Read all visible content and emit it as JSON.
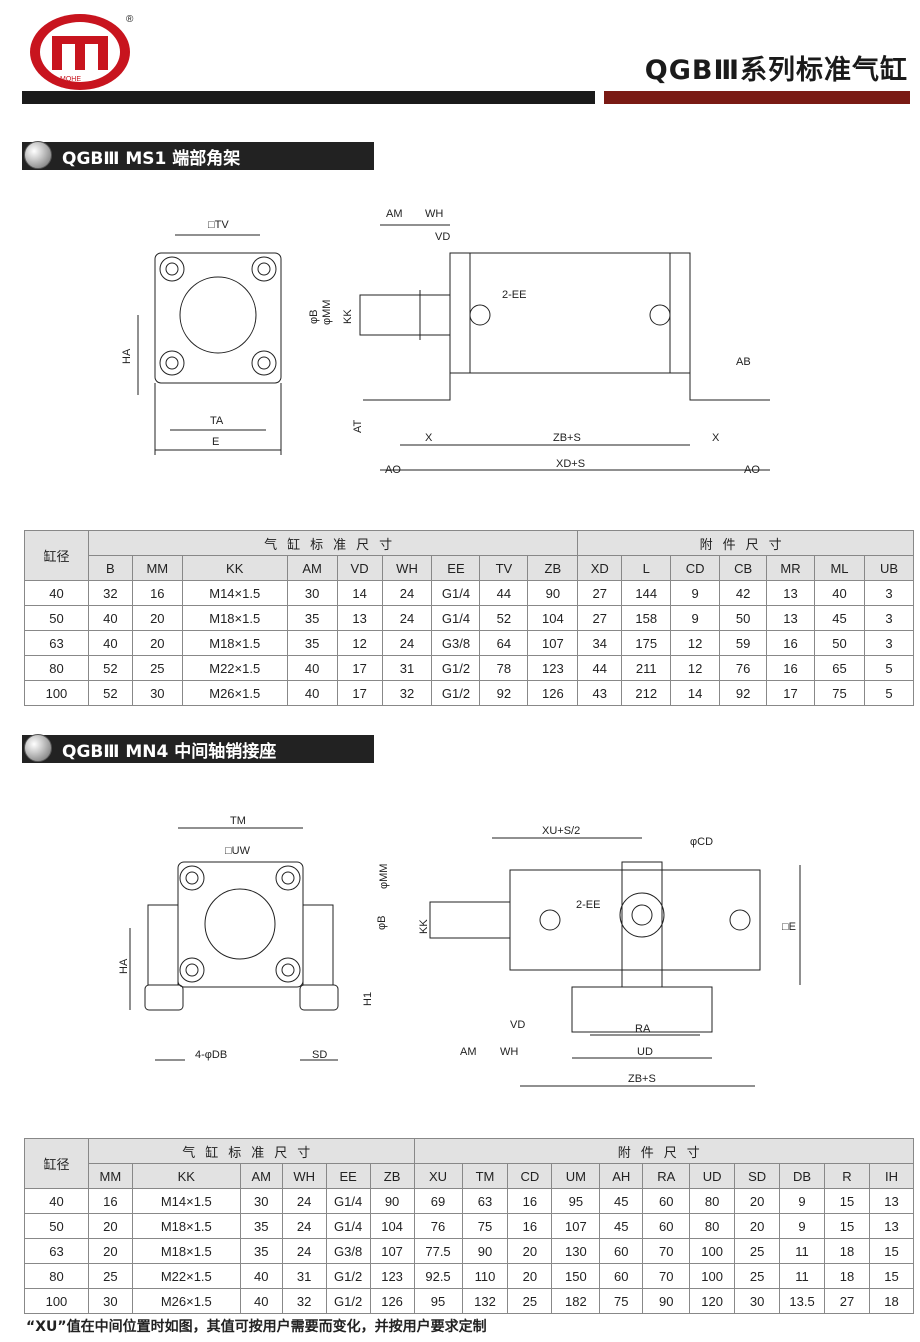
{
  "logo": {
    "text": "MOHE",
    "registered": "®"
  },
  "title": "QGBⅢ系列标准气缸",
  "section1": {
    "title": "QGBⅢ  MS1 端部角架",
    "drawing_labels": {
      "tv": "□TV",
      "ha": "HA",
      "ta": "TA",
      "e": "E",
      "am": "AM",
      "wh": "WH",
      "vd": "VD",
      "b": "φB",
      "mm": "φMM",
      "kk": "KK",
      "ee": "2-EE",
      "at": "AT",
      "ab": "AB",
      "x1": "X",
      "zbs": "ZB+S",
      "x2": "X",
      "ao1": "AO",
      "xds": "XD+S",
      "ao2": "AO"
    },
    "table": {
      "bore_header": "缸径",
      "group1": "气缸标准尺寸",
      "group2": "附件尺寸",
      "columns": [
        "B",
        "MM",
        "KK",
        "AM",
        "VD",
        "WH",
        "EE",
        "TV",
        "ZB",
        "XD",
        "L",
        "CD",
        "CB",
        "MR",
        "ML",
        "UB"
      ],
      "rows": [
        [
          "40",
          "32",
          "16",
          "M14×1.5",
          "30",
          "14",
          "24",
          "G1/4",
          "44",
          "90",
          "27",
          "144",
          "9",
          "42",
          "13",
          "40",
          "3"
        ],
        [
          "50",
          "40",
          "20",
          "M18×1.5",
          "35",
          "13",
          "24",
          "G1/4",
          "52",
          "104",
          "27",
          "158",
          "9",
          "50",
          "13",
          "45",
          "3"
        ],
        [
          "63",
          "40",
          "20",
          "M18×1.5",
          "35",
          "12",
          "24",
          "G3/8",
          "64",
          "107",
          "34",
          "175",
          "12",
          "59",
          "16",
          "50",
          "3"
        ],
        [
          "80",
          "52",
          "25",
          "M22×1.5",
          "40",
          "17",
          "31",
          "G1/2",
          "78",
          "123",
          "44",
          "211",
          "12",
          "76",
          "16",
          "65",
          "5"
        ],
        [
          "100",
          "52",
          "30",
          "M26×1.5",
          "40",
          "17",
          "32",
          "G1/2",
          "92",
          "126",
          "43",
          "212",
          "14",
          "92",
          "17",
          "75",
          "5"
        ]
      ]
    }
  },
  "section2": {
    "title": "QGBⅢ  MN4 中间轴销接座",
    "drawing_labels": {
      "tm": "TM",
      "uw": "□UW",
      "ha": "HA",
      "h1": "H1",
      "db": "4-φDB",
      "sd": "SD",
      "xu": "XU+S/2",
      "cd": "φCD",
      "mm": "φMM",
      "b": "φB",
      "kk": "KK",
      "ee": "2-EE",
      "e": "□E",
      "vd": "VD",
      "am": "AM",
      "wh": "WH",
      "ra": "RA",
      "ud": "UD",
      "zbs": "ZB+S"
    },
    "table": {
      "bore_header": "缸径",
      "group1": "气缸标准尺寸",
      "group2": "附件尺寸",
      "columns": [
        "MM",
        "KK",
        "AM",
        "WH",
        "EE",
        "ZB",
        "XU",
        "TM",
        "CD",
        "UM",
        "AH",
        "RA",
        "UD",
        "SD",
        "DB",
        "R",
        "IH"
      ],
      "rows": [
        [
          "40",
          "16",
          "M14×1.5",
          "30",
          "24",
          "G1/4",
          "90",
          "69",
          "63",
          "16",
          "95",
          "45",
          "60",
          "80",
          "20",
          "9",
          "15",
          "13"
        ],
        [
          "50",
          "20",
          "M18×1.5",
          "35",
          "24",
          "G1/4",
          "104",
          "76",
          "75",
          "16",
          "107",
          "45",
          "60",
          "80",
          "20",
          "9",
          "15",
          "13"
        ],
        [
          "63",
          "20",
          "M18×1.5",
          "35",
          "24",
          "G3/8",
          "107",
          "77.5",
          "90",
          "20",
          "130",
          "60",
          "70",
          "100",
          "25",
          "11",
          "18",
          "15"
        ],
        [
          "80",
          "25",
          "M22×1.5",
          "40",
          "31",
          "G1/2",
          "123",
          "92.5",
          "110",
          "20",
          "150",
          "60",
          "70",
          "100",
          "25",
          "11",
          "18",
          "15"
        ],
        [
          "100",
          "30",
          "M26×1.5",
          "40",
          "32",
          "G1/2",
          "126",
          "95",
          "132",
          "25",
          "182",
          "75",
          "90",
          "120",
          "30",
          "13.5",
          "27",
          "18"
        ]
      ]
    },
    "footnote": "“XU”值在中间位置时如图，其值可按用户需要而变化，并按用户要求定制"
  },
  "colors": {
    "dark_bar": "#1a1a1a",
    "red_bar": "#7a1a14",
    "logo_red": "#c8141e",
    "header_fill": "#e2e2e2"
  }
}
